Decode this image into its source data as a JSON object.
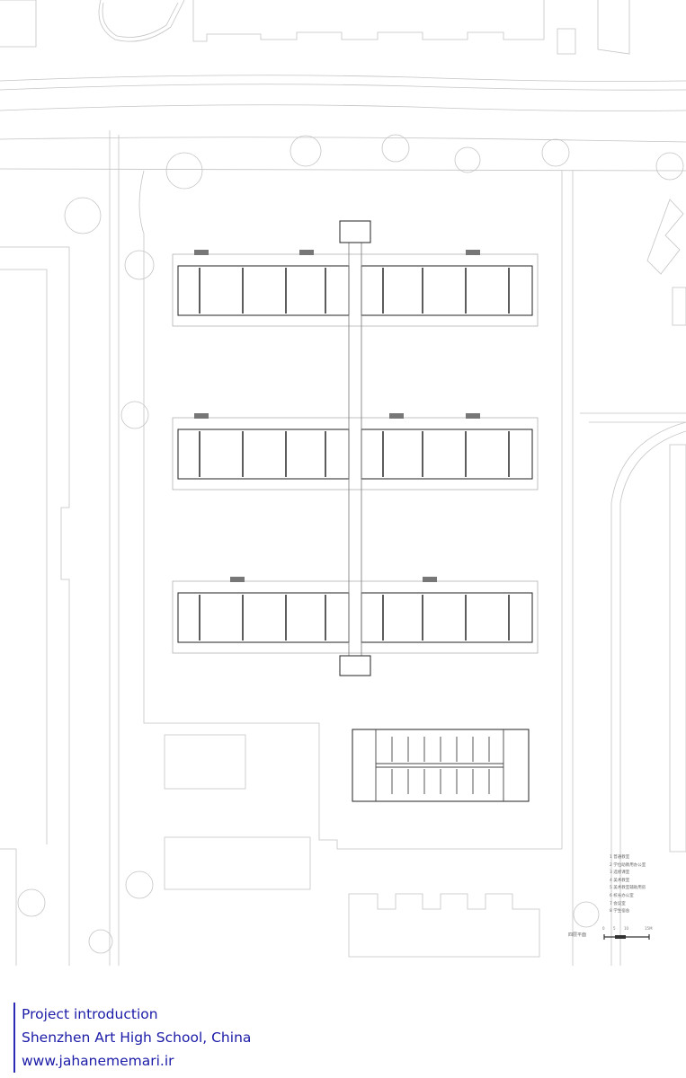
{
  "caption": {
    "line1": "Project introduction",
    "line2": "Shenzhen Art High School, China",
    "line3": "www.jahanememari.ir"
  },
  "legend": [
    "1 普通教室",
    "2 学位助教用办公室",
    "3 选修课室",
    "4 美术教室",
    "5 美术教室辅助用房",
    "6 校长办公室",
    "7 会议室",
    "8 学生宿舍"
  ],
  "plan_title": "四层平面",
  "scale_labels": [
    "0",
    "5",
    "10",
    "15M"
  ],
  "colors": {
    "caption": "#1b1ba8",
    "caption_rule": "#2a2ab4",
    "lines": "#b9b9b9",
    "walls": "#222222"
  }
}
